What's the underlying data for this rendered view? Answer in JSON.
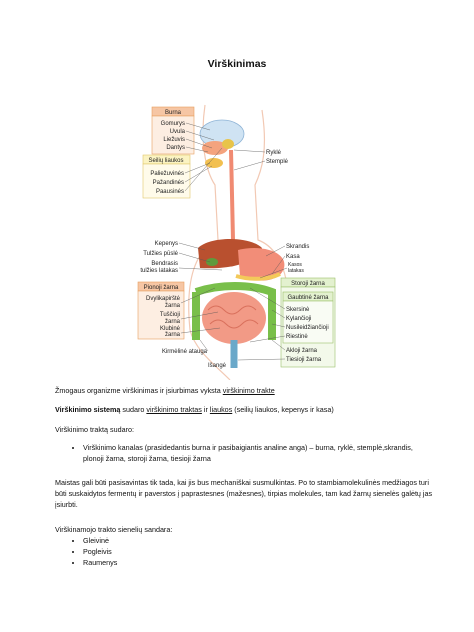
{
  "title": "Virškinimas",
  "figure": {
    "boxes": {
      "burna": "Burna",
      "seiliu": "Seilių liaukos",
      "pionoji": "Pionoji žarna",
      "storoji": "Storoji žarna",
      "gaubtine": "Gaubtinė žarna"
    },
    "labels": {
      "gomurys": "Gomurys",
      "uvula": "Uvula",
      "liezuvis": "Liežuvis",
      "dantys": "Dantys",
      "rykle": "Ryklė",
      "stemple": "Stemplė",
      "palie": "Paliežuvinės",
      "pazand": "Pažandinės",
      "pausines": "Paausinės",
      "kepenys": "Kepenys",
      "tulzies": "Tulžies pūslė",
      "bendrasis1": "Bendrasis",
      "bendrasis2": "tulžies latakas",
      "skrandis": "Skrandis",
      "kasa": "Kasa",
      "kasos1": "Kasos",
      "kasos2": "latakas",
      "dvylik1": "Dvylikapirštė",
      "dvylik2": "žarna",
      "tusc1": "Tuščioji",
      "tusc2": "žarna",
      "klub1": "Klubinė",
      "klub2": "žarna",
      "skersine": "Skersinė",
      "kylancioji": "Kylančioji",
      "nusileid": "Nusileidžiančioji",
      "riestine": "Riestinė",
      "kirmeline": "Kirmėlinė atauga",
      "akloji": "Akloji žarna",
      "tiesioji": "Tiesioji žarna",
      "isange": "Išangė"
    }
  },
  "body": {
    "p1_pre": "Žmogaus organizme virškinimas ir įsiurbimas vyksta ",
    "p1_link": "virškinimo trakte",
    "p2_bold": "Virškinimo sistemą",
    "p2_a": " sudaro ",
    "p2_link1": "virškinimo traktas",
    "p2_b": " ir ",
    "p2_link2": "liaukos",
    "p2_c": " (seilių liaukos, kepenys ir kasa)",
    "p3": "Virškinimo traktą sudaro:",
    "bullet1": "Virškinimo kanalas (prasidedantis burna ir pasibaigiantis analine anga) – burna, ryklė, stemplė,skrandis, plonoji žarna, storoji žarna, tiesioji žarna",
    "p4": "Maistas gali būti pasisavintas tik tada, kai jis bus mechaniškai susmulkintas. Po to stambiamolekulinės medžiagos turi būti suskaidytos fermentų ir paverstos į paprastesnes (mažesnes), tirpias molekules, tam kad žarnų sienelės galėtų jas įsiurbti.",
    "p5": "Virškinamojo trakto sienelių sandara:",
    "list": [
      "Gleivinė",
      "Pogleivis",
      "Raumenys"
    ]
  },
  "colors": {
    "salmon_box": "#f6c6a4",
    "yellow_box": "#fbf3c2",
    "green_box": "#e3f1cf",
    "box_border_orange": "#e8a060",
    "box_border_yellow": "#e2c86a",
    "box_border_green": "#9cc26a"
  }
}
